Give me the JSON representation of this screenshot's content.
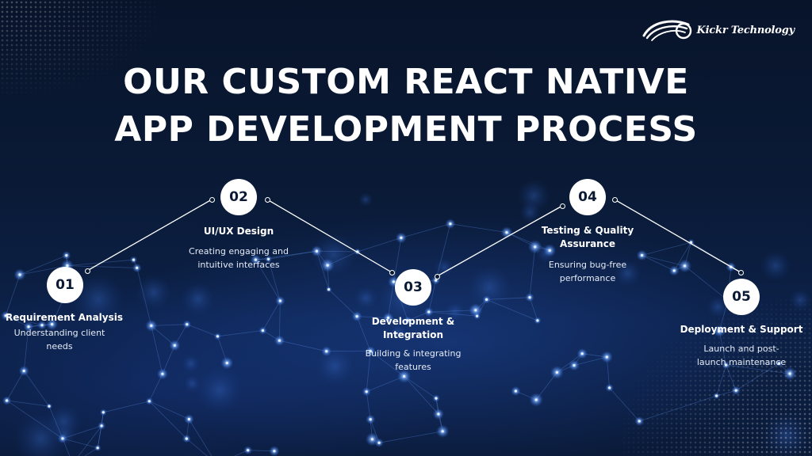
{
  "brand": {
    "name": "Kickr Technology",
    "logo_icon": "swoosh-logo-icon"
  },
  "title": {
    "line1": "OUR CUSTOM REACT NATIVE",
    "line2": "APP DEVELOPMENT PROCESS"
  },
  "colors": {
    "background": "#0a1a36",
    "circle_fill": "#ffffff",
    "number_text": "#0b1a33",
    "accent_glow": "#6fa8ff"
  },
  "steps": [
    {
      "number": "01",
      "title": "Requirement Analysis",
      "description": "Understanding client needs"
    },
    {
      "number": "02",
      "title": "UI/UX Design",
      "description": "Creating engaging and intuitive interfaces"
    },
    {
      "number": "03",
      "title": "Development & Integration",
      "description": "Building & integrating features"
    },
    {
      "number": "04",
      "title": "Testing & Quality Assurance",
      "description": "Ensuring bug-free performance"
    },
    {
      "number": "05",
      "title": "Deployment & Support",
      "description": "Launch and post-launch maintenance"
    }
  ]
}
